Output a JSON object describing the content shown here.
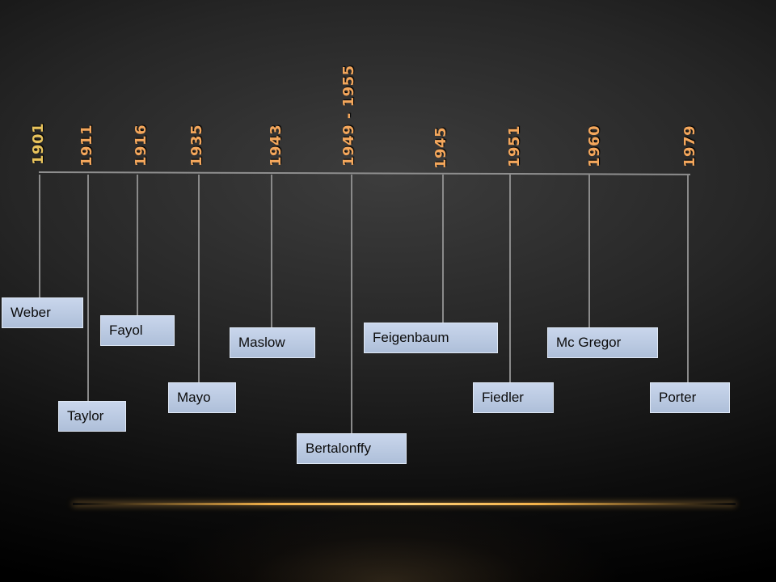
{
  "timeline": {
    "events": [
      {
        "year": "1901",
        "name": "Weber"
      },
      {
        "year": "1911",
        "name": "Taylor"
      },
      {
        "year": "1916",
        "name": "Fayol"
      },
      {
        "year": "1935",
        "name": "Mayo"
      },
      {
        "year": "1943",
        "name": "Maslow"
      },
      {
        "year": "1949 - 1955",
        "name": "Bertalonffy"
      },
      {
        "year": "1945",
        "name": "Feigenbaum"
      },
      {
        "year": "1951",
        "name": "Fiedler"
      },
      {
        "year": "1960",
        "name": "Mc Gregor"
      },
      {
        "year": "1979",
        "name": "Porter"
      }
    ]
  },
  "colors": {
    "year_text": "#f4a75c",
    "first_year_text": "#e8c35c",
    "box_fill": "#b8c8e2",
    "line": "#8a8a8a",
    "accent_glow": "#f3b24a"
  }
}
